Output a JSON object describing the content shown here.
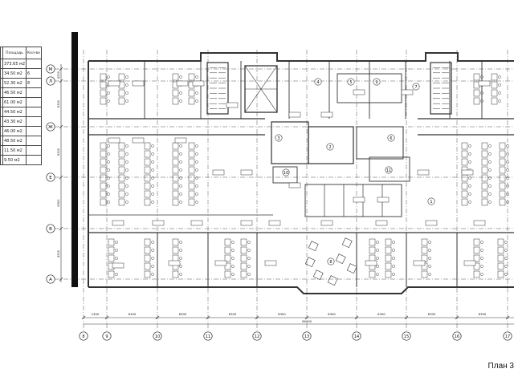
{
  "sheet": {
    "caption": "План 3"
  },
  "legend_table": {
    "headers": [
      "",
      "Площадь",
      "Кол-во"
    ],
    "rows": [
      {
        "num": "",
        "area": "373.65 м2",
        "count": ""
      },
      {
        "num": "",
        "area": "34.50 м2",
        "count": "6"
      },
      {
        "num": "",
        "area": "52.30 м2",
        "count": "8"
      },
      {
        "num": "",
        "area": "46.50 м2",
        "count": ""
      },
      {
        "num": "",
        "area": "61.00 м2",
        "count": ""
      },
      {
        "num": "",
        "area": "44.50 м2",
        "count": ""
      },
      {
        "num": "",
        "area": "43.30 м2",
        "count": ""
      },
      {
        "num": "",
        "area": "46.00 м2",
        "count": ""
      },
      {
        "num": "",
        "area": "48.50 м2",
        "count": ""
      },
      {
        "num": "",
        "area": "11.50 м2",
        "count": ""
      },
      {
        "num": "",
        "area": "9.50 м2",
        "count": ""
      }
    ]
  },
  "axes": {
    "rows": [
      "М",
      "Л",
      "Ж",
      "Е",
      "В",
      "А"
    ],
    "columns": [
      "8",
      "9",
      "10",
      "11",
      "12",
      "13",
      "14",
      "15",
      "16",
      "17"
    ],
    "row_dims": [
      "4200",
      "6300",
      "6300",
      "6300",
      "4200"
    ],
    "column_dims": [
      "2400",
      "6300",
      "6300",
      "6300",
      "6300",
      "6300",
      "6300",
      "6300",
      "6300"
    ],
    "overall_dim": "56400"
  },
  "rooms": {
    "numbers": [
      "1",
      "2",
      "3",
      "4",
      "5",
      "6",
      "7",
      "8",
      "9",
      "10",
      "11"
    ]
  },
  "colors": {
    "line": "#333333",
    "wall": "#111111",
    "axis_dash": "#555555"
  }
}
